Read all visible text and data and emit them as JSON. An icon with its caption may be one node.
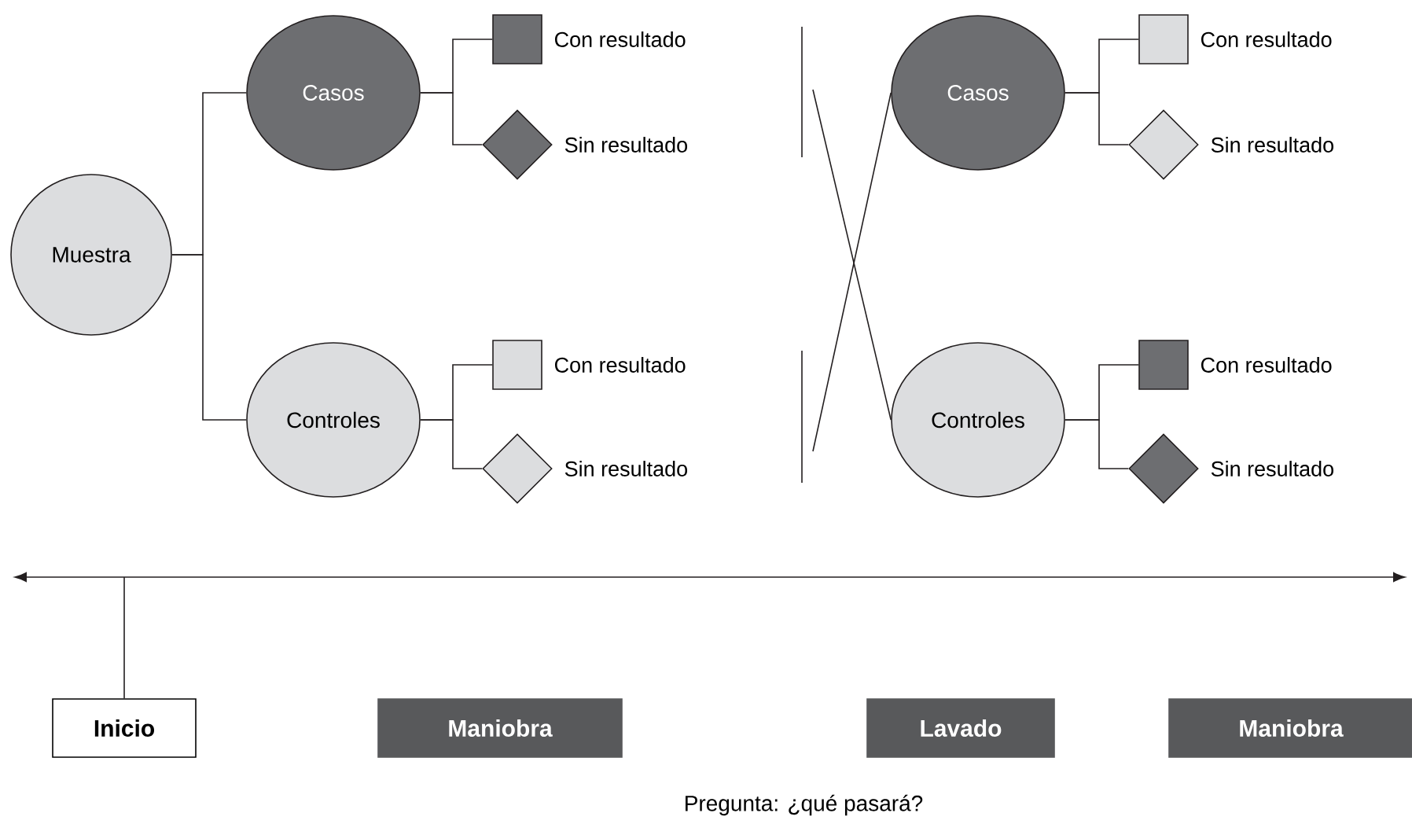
{
  "diagram": {
    "caption": "Pregunta: ¿qué pasará?",
    "nodes": [
      {
        "text": [
          "Muestra"
        ]
      },
      {
        "text": [
          "Casos"
        ]
      },
      {
        "text": [],
        "shape": "box",
        "beside": [
          "Con resultado"
        ]
      },
      {
        "text": [],
        "shape": "diamond",
        "beside": [
          "Sin resultado"
        ]
      },
      {
        "text": [
          "Controles"
        ]
      },
      {
        "text": [],
        "shape": "box",
        "beside": [
          "Con resultado"
        ]
      },
      {
        "text": [],
        "shape": "diamond",
        "beside": [
          "Sin resultado"
        ]
      },
      {
        "text": [
          "Casos"
        ]
      },
      {
        "text": [],
        "shape": "box",
        "beside": [
          "Con resultado"
        ]
      },
      {
        "text": [],
        "shape": "diamond",
        "beside": [
          "Sin resultado"
        ]
      },
      {
        "text": [
          "Controles"
        ]
      },
      {
        "text": [],
        "shape": "box",
        "beside": [
          "Con resultado"
        ]
      },
      {
        "text": [],
        "shape": "diamond",
        "beside": [
          "Sin resultado"
        ]
      },
      {
        "text": [
          "Inicio"
        ]
      },
      {
        "text": [
          "Maniobra"
        ]
      },
      {
        "text": [
          "Lavado"
        ]
      },
      {
        "text": [
          "Maniobra"
        ]
      }
    ],
    "edges": [
      {
        "from": 0,
        "to": 1,
        "arrow": "none"
      },
      {
        "from": 0,
        "to": 4,
        "arrow": "none"
      },
      {
        "from": 1,
        "to": 2,
        "arrow": "none"
      },
      {
        "from": 1,
        "to": 3,
        "arrow": "none"
      },
      {
        "from": 4,
        "to": 5,
        "arrow": "none"
      },
      {
        "from": 4,
        "to": 6,
        "arrow": "none"
      },
      {
        "from": null,
        "to": 10,
        "arrow": "none"
      },
      {
        "from": null,
        "to": 7,
        "arrow": "none"
      },
      {
        "from": 7,
        "to": 8,
        "arrow": "none"
      },
      {
        "from": 7,
        "to": 9,
        "arrow": "none"
      },
      {
        "from": 10,
        "to": 11,
        "arrow": "none"
      },
      {
        "from": 10,
        "to": 12,
        "arrow": "none"
      },
      {
        "from": 13,
        "to": null,
        "arrow": "none"
      }
    ]
  }
}
